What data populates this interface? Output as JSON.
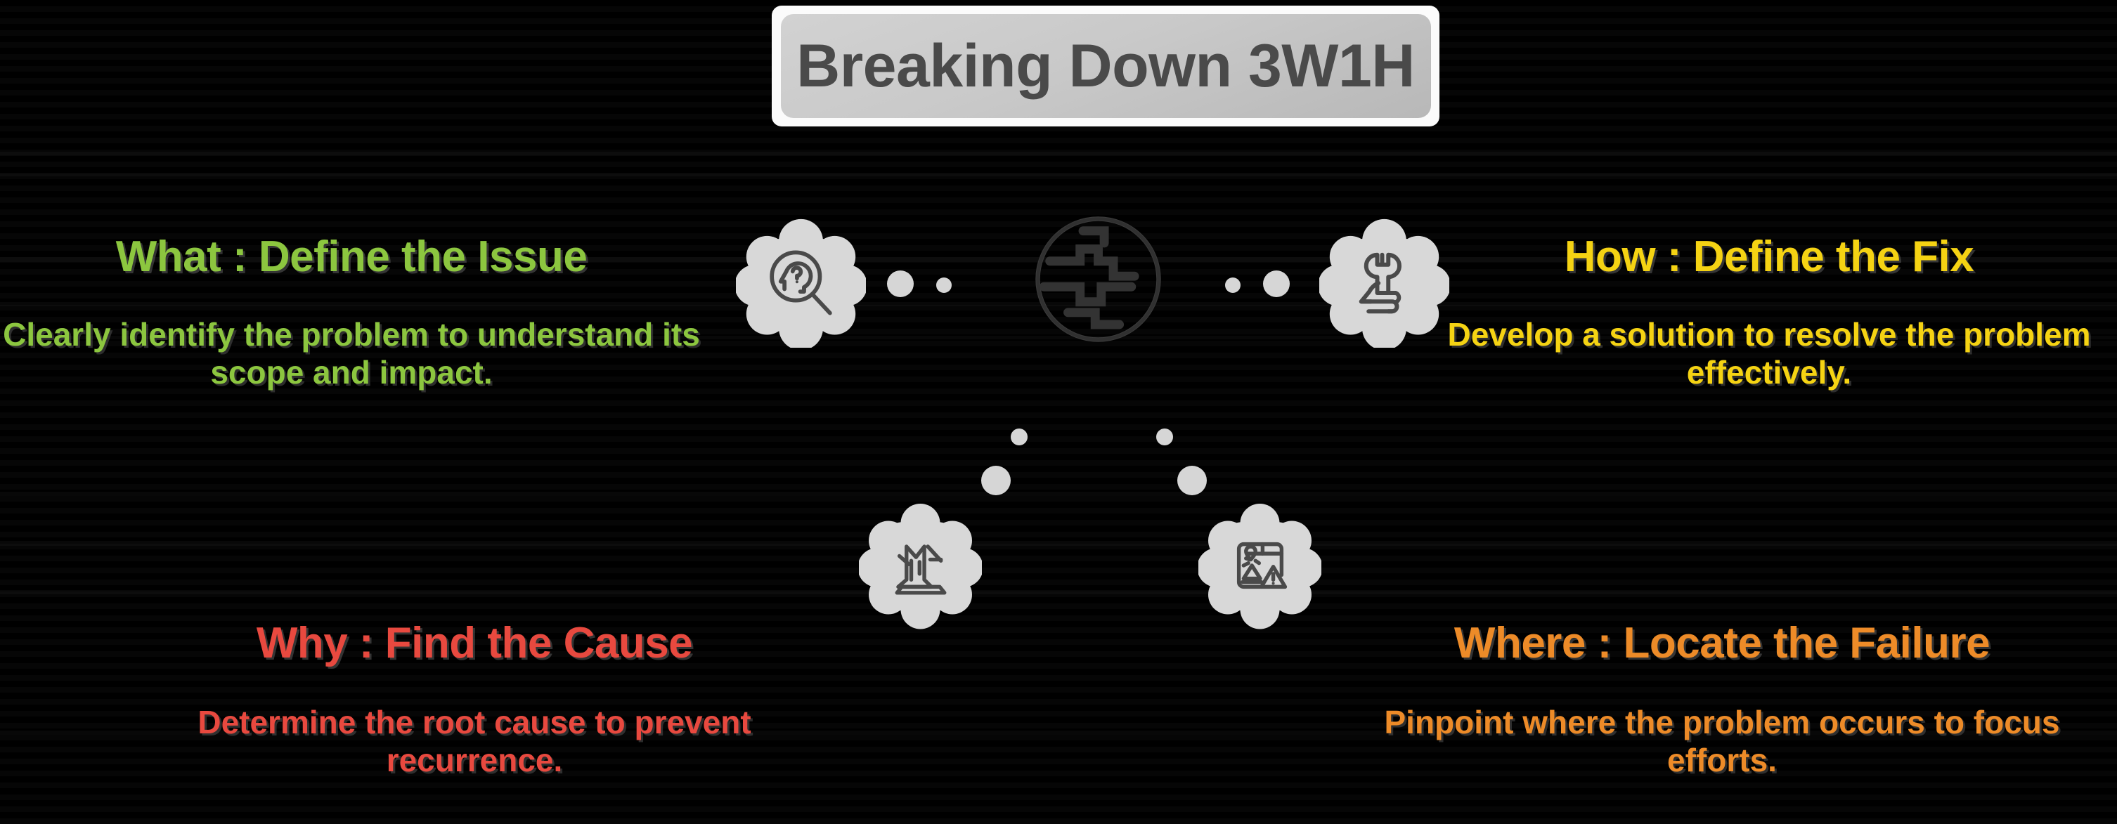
{
  "title": {
    "text": "Breaking Down 3W1H"
  },
  "colors": {
    "background": "#000000",
    "title_text": "#4a4a4a",
    "title_badge": "#c9c9c9",
    "what": "#8cc63f",
    "how": "#f5d313",
    "why": "#e8493f",
    "where": "#ed8b28",
    "icon_badge": "#d8d8d8",
    "icon_stroke": "#4a4a4a"
  },
  "quadrants": [
    {
      "key": "what",
      "heading": "What : Define the Issue",
      "body": "Clearly identify the problem to understand its scope and impact.",
      "color": "#8cc63f",
      "icon": "head-question-magnifier-icon"
    },
    {
      "key": "how",
      "heading": "How : Define the Fix",
      "body": "Develop a solution to resolve the problem effectively.",
      "color": "#f5d313",
      "icon": "hand-wrench-icon"
    },
    {
      "key": "why",
      "heading": "Why : Find the Cause",
      "body": "Determine the root cause to prevent recurrence.",
      "color": "#e8493f",
      "icon": "tree-stump-roots-icon"
    },
    {
      "key": "where",
      "heading": "Where : Locate the Failure",
      "body": "Pinpoint where the problem occurs to focus efforts.",
      "color": "#ed8b28",
      "icon": "map-pin-warning-icon"
    }
  ],
  "center": {
    "icon": "puzzle-globe-icon"
  },
  "connectors": {
    "icon": "connector-dot",
    "count": 8
  }
}
